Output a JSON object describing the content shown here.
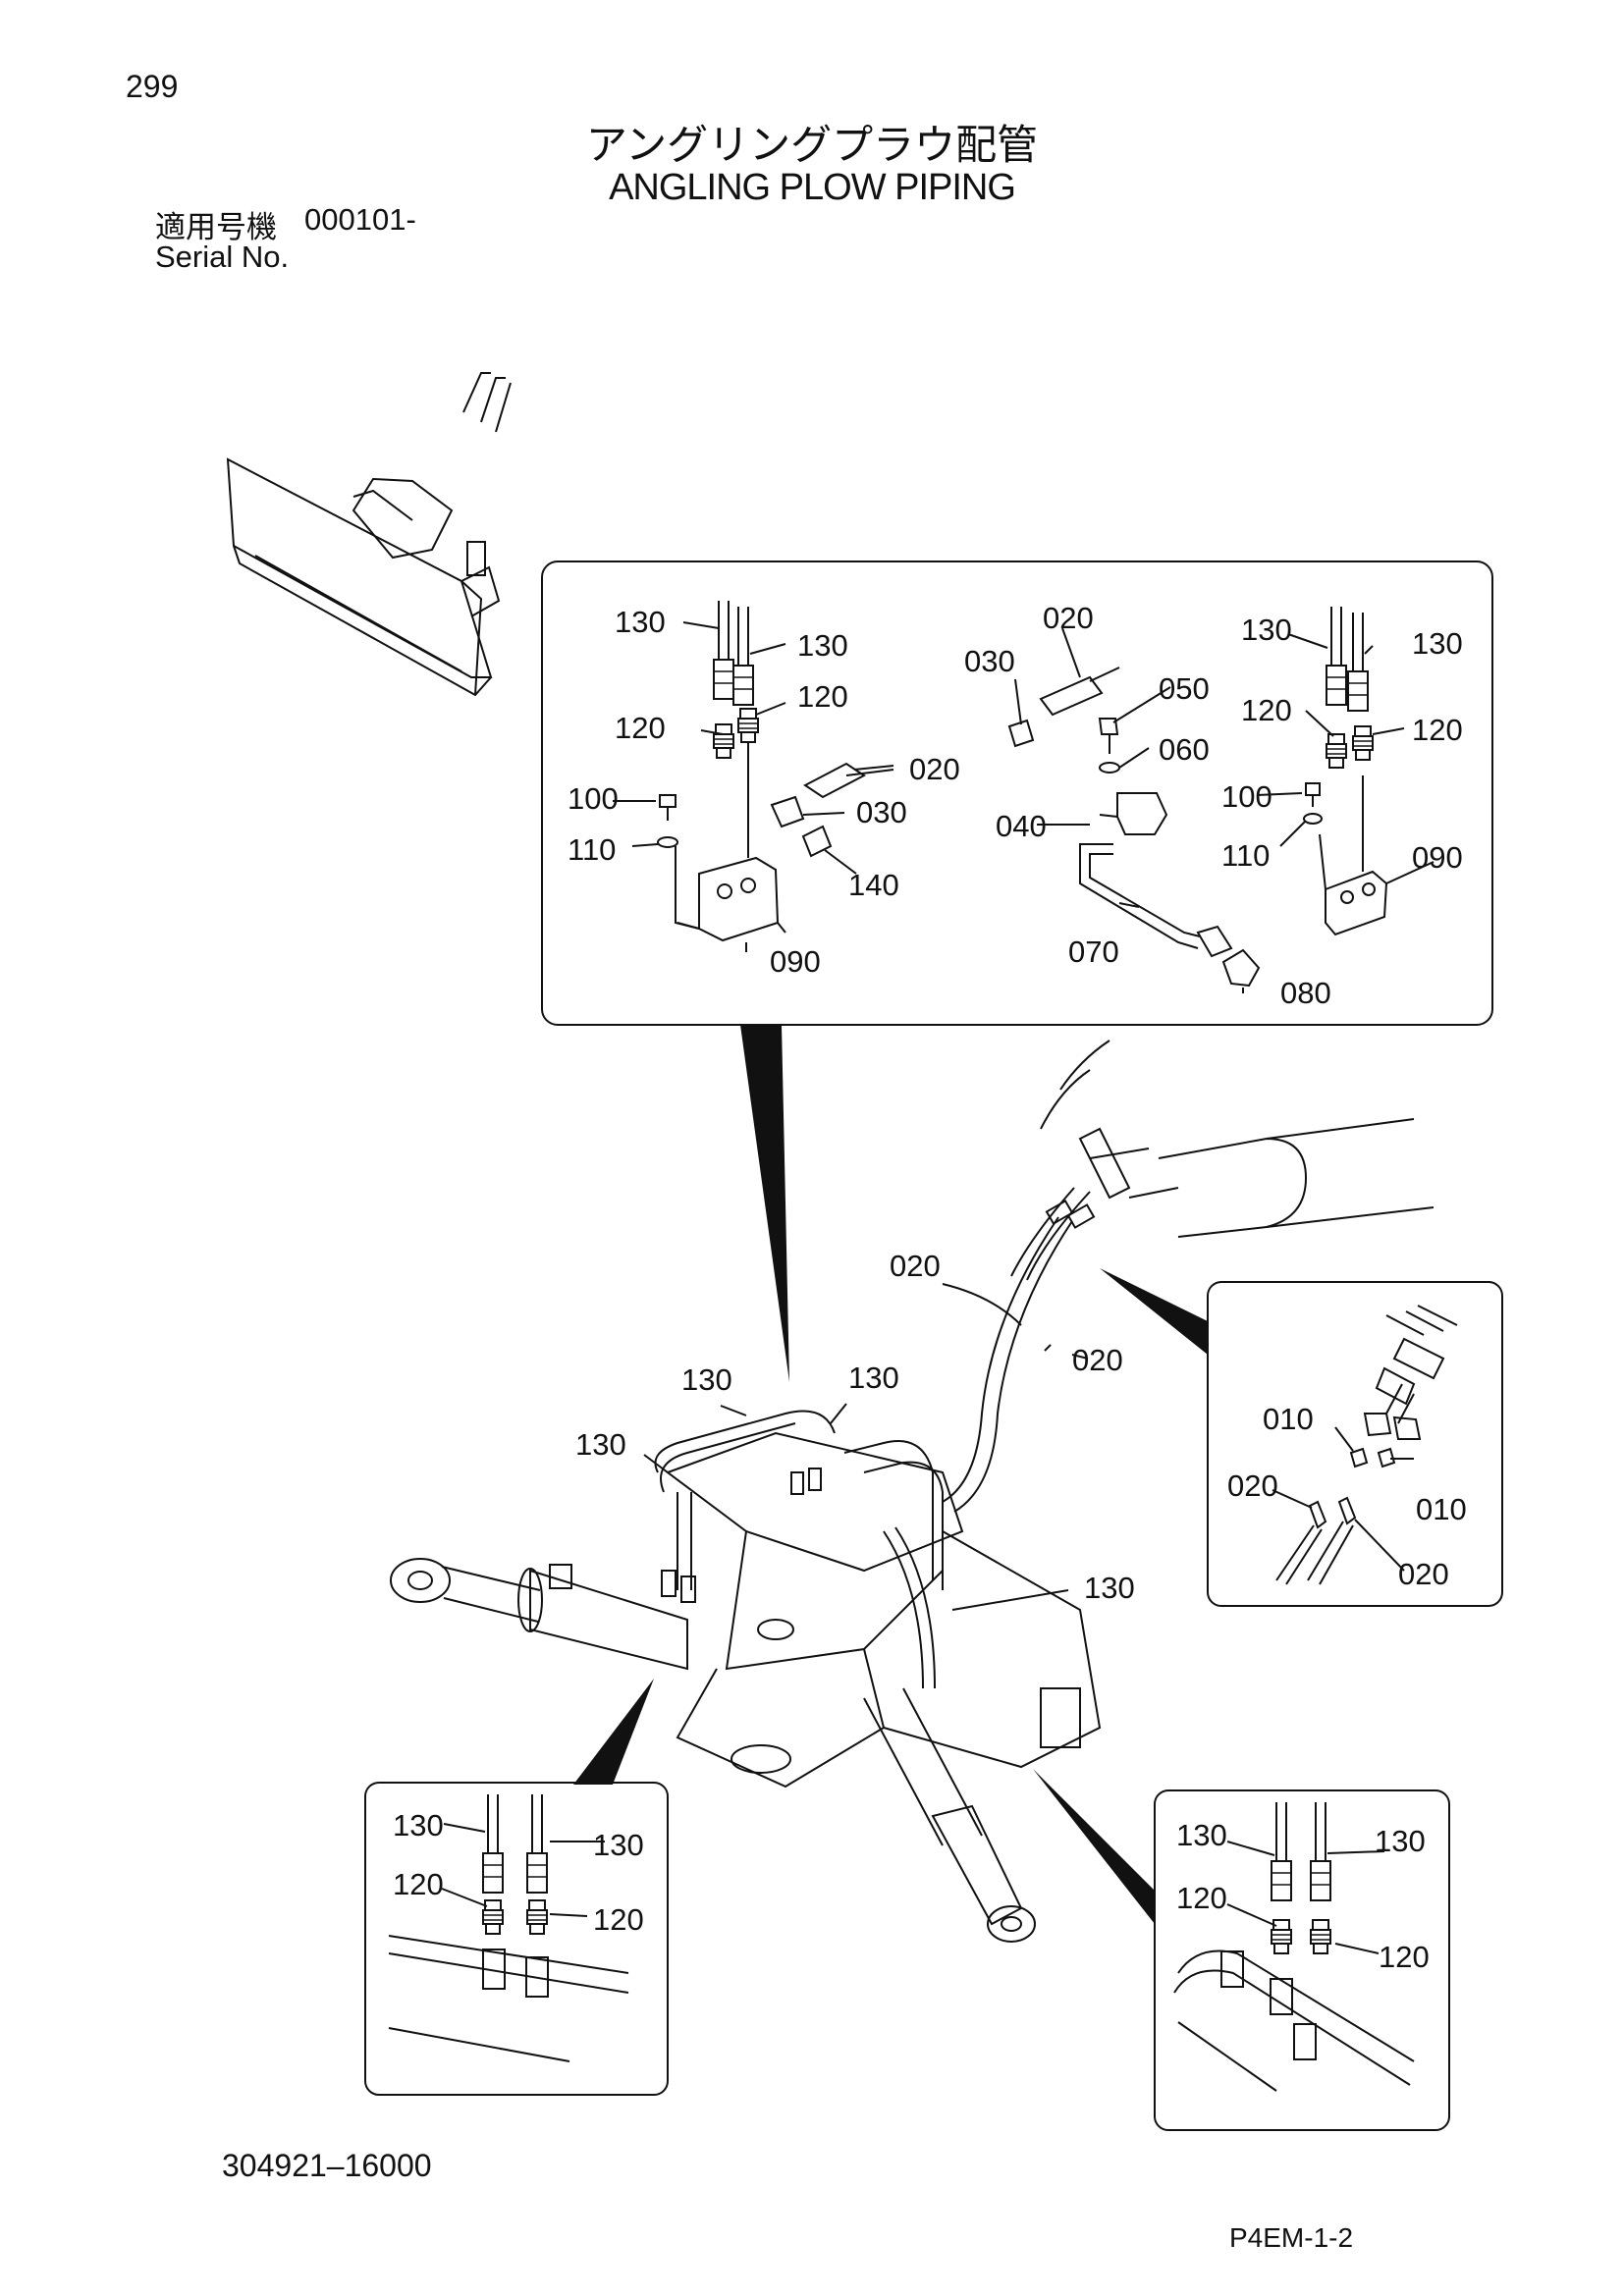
{
  "header": {
    "page_number": "299",
    "title_ja": "アングリングプラウ配管",
    "title_en": "ANGLING PLOW PIPING",
    "serial_label_ja": "適用号機",
    "serial_value": "000101-",
    "serial_label_en": "Serial No."
  },
  "footer": {
    "part_number": "304921–16000",
    "page_code": "P4EM-1-2"
  },
  "callouts": {
    "top_detail": [
      "130",
      "130",
      "120",
      "120",
      "020",
      "100",
      "030",
      "110",
      "140",
      "090",
      "020",
      "030",
      "050",
      "060",
      "040",
      "070",
      "080",
      "130",
      "130",
      "120",
      "120",
      "100",
      "110",
      "090"
    ],
    "main_view": [
      "020",
      "020",
      "130",
      "130",
      "130",
      "130"
    ],
    "right_detail": [
      "010",
      "020",
      "010",
      "020"
    ],
    "bottom_left_detail": [
      "130",
      "130",
      "120",
      "120"
    ],
    "bottom_right_detail": [
      "130",
      "130",
      "120",
      "120"
    ]
  }
}
